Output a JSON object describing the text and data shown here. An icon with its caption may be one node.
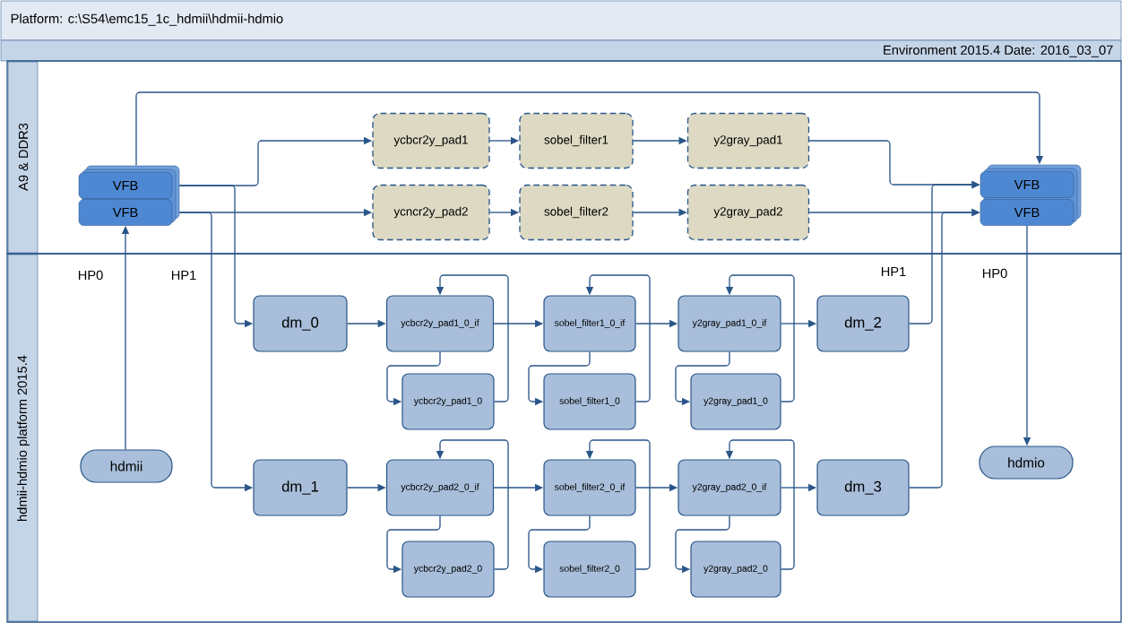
{
  "diagram": {
    "nodes": [
      {
        "text": [
          "VFB"
        ]
      },
      {
        "text": [
          "VFB"
        ]
      },
      {
        "text": [
          "ycbcr2y_pad1"
        ]
      },
      {
        "text": [
          "sobel_filter1"
        ]
      },
      {
        "text": [
          "y2gray_pad1"
        ]
      },
      {
        "text": [
          "ycncr2y_pad2"
        ]
      },
      {
        "text": [
          "sobel_filter2"
        ]
      },
      {
        "text": [
          "y2gray_pad2"
        ]
      },
      {
        "text": [
          "VFB"
        ]
      },
      {
        "text": [
          "VFB"
        ]
      },
      {
        "text": [
          "dm_0"
        ]
      },
      {
        "text": [
          "ycbcr2y_pad1_0_if"
        ]
      },
      {
        "text": [
          "sobel_filter1_0_if"
        ]
      },
      {
        "text": [
          "y2gray_pad1_0_if"
        ]
      },
      {
        "text": [
          "dm_2"
        ]
      },
      {
        "text": [
          "ycbcr2y_pad1_0"
        ]
      },
      {
        "text": [
          "sobel_filter1_0"
        ]
      },
      {
        "text": [
          "y2gray_pad1_0"
        ]
      },
      {
        "text": [
          "hdmii"
        ]
      },
      {
        "text": [
          "dm_1"
        ]
      },
      {
        "text": [
          "ycbcr2y_pad2_0_if"
        ]
      },
      {
        "text": [
          "sobel_filter2_0_if"
        ]
      },
      {
        "text": [
          "y2gray_pad2_0_if"
        ]
      },
      {
        "text": [
          "dm_3"
        ]
      },
      {
        "text": [
          "ycbcr2y_pad2_0"
        ]
      },
      {
        "text": [
          "sobel_filter2_0"
        ]
      },
      {
        "text": [
          "y2gray_pad2_0"
        ]
      },
      {
        "text": [
          "hdmio"
        ]
      }
    ],
    "edges": [
      {
        "from": 0,
        "to": 8,
        "arrow": "to"
      },
      {
        "from": 0,
        "to": 2,
        "arrow": "to"
      },
      {
        "from": 1,
        "to": 5,
        "arrow": "to"
      },
      {
        "from": 0,
        "to": 10,
        "arrow": "to"
      },
      {
        "from": 1,
        "to": 19,
        "arrow": "to"
      },
      {
        "from": 18,
        "to": 1,
        "arrow": "to"
      },
      {
        "from": 2,
        "to": 3,
        "arrow": "to"
      },
      {
        "from": 3,
        "to": 4,
        "arrow": "to"
      },
      {
        "from": 5,
        "to": 6,
        "arrow": "to"
      },
      {
        "from": 6,
        "to": 7,
        "arrow": "to"
      },
      {
        "from": 4,
        "to": 8,
        "arrow": "to"
      },
      {
        "from": 7,
        "to": 9,
        "arrow": "to"
      },
      {
        "from": 14,
        "to": 8,
        "arrow": "to"
      },
      {
        "from": 23,
        "to": 9,
        "arrow": "to"
      },
      {
        "from": 9,
        "to": 27,
        "arrow": "to"
      },
      {
        "from": 10,
        "to": 11,
        "arrow": "to"
      },
      {
        "from": 11,
        "to": 12,
        "arrow": "to"
      },
      {
        "from": 12,
        "to": 13,
        "arrow": "to"
      },
      {
        "from": 13,
        "to": 14,
        "arrow": "to"
      },
      {
        "from": 11,
        "to": 15,
        "arrow": "to"
      },
      {
        "from": 15,
        "to": 11,
        "arrow": "to"
      },
      {
        "from": 12,
        "to": 16,
        "arrow": "to"
      },
      {
        "from": 16,
        "to": 12,
        "arrow": "to"
      },
      {
        "from": 13,
        "to": 17,
        "arrow": "to"
      },
      {
        "from": 17,
        "to": 13,
        "arrow": "to"
      },
      {
        "from": 19,
        "to": 20,
        "arrow": "to"
      },
      {
        "from": 20,
        "to": 21,
        "arrow": "to"
      },
      {
        "from": 21,
        "to": 22,
        "arrow": "to"
      },
      {
        "from": 22,
        "to": 23,
        "arrow": "to"
      },
      {
        "from": 20,
        "to": 24,
        "arrow": "to"
      },
      {
        "from": 24,
        "to": 20,
        "arrow": "to"
      },
      {
        "from": 21,
        "to": 25,
        "arrow": "to"
      },
      {
        "from": 25,
        "to": 21,
        "arrow": "to"
      },
      {
        "from": 22,
        "to": 26,
        "arrow": "to"
      },
      {
        "from": 26,
        "to": 22,
        "arrow": "to"
      }
    ],
    "labels": [
      "Platform: c:\\S54\\emc15_1c_hdmii\\hdmii-hdmio",
      "Environment 2015.4 Date: 2016_03_07",
      "A9 & DDR3",
      "hdmii-hdmio platform 2015.4",
      "HP0",
      "HP1",
      "HP1",
      "HP0"
    ]
  }
}
